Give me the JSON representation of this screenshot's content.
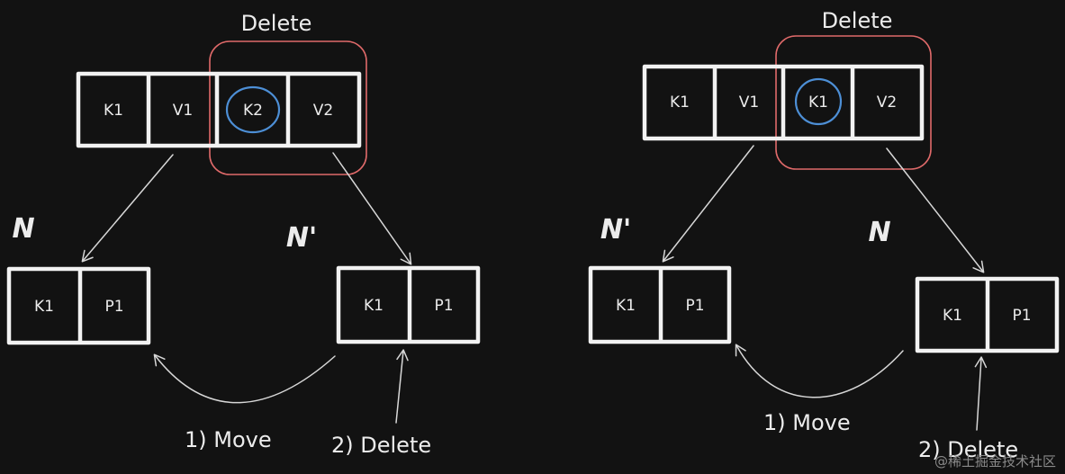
{
  "colors": {
    "background": "#121212",
    "box": "#f2f2f2",
    "selection": "#e06a6a",
    "highlight": "#4d8fd6",
    "arrow": "#d7d7d7"
  },
  "left": {
    "delete_title": "Delete",
    "parent_cells": [
      "K1",
      "V1",
      "K2",
      "V2"
    ],
    "node_n": {
      "label": "N",
      "cells": [
        "K1",
        "P1"
      ]
    },
    "node_n_prime": {
      "label": "N'",
      "cells": [
        "K1",
        "P1"
      ]
    },
    "step1": "1) Move",
    "step2": "2) Delete"
  },
  "right": {
    "delete_title": "Delete",
    "parent_cells": [
      "K1",
      "V1",
      "K1",
      "V2"
    ],
    "node_n_prime": {
      "label": "N'",
      "cells": [
        "K1",
        "P1"
      ]
    },
    "node_n": {
      "label": "N",
      "cells": [
        "K1",
        "P1"
      ]
    },
    "step1": "1) Move",
    "step2": "2) Delete"
  },
  "watermark": "@稀土掘金技术社区"
}
